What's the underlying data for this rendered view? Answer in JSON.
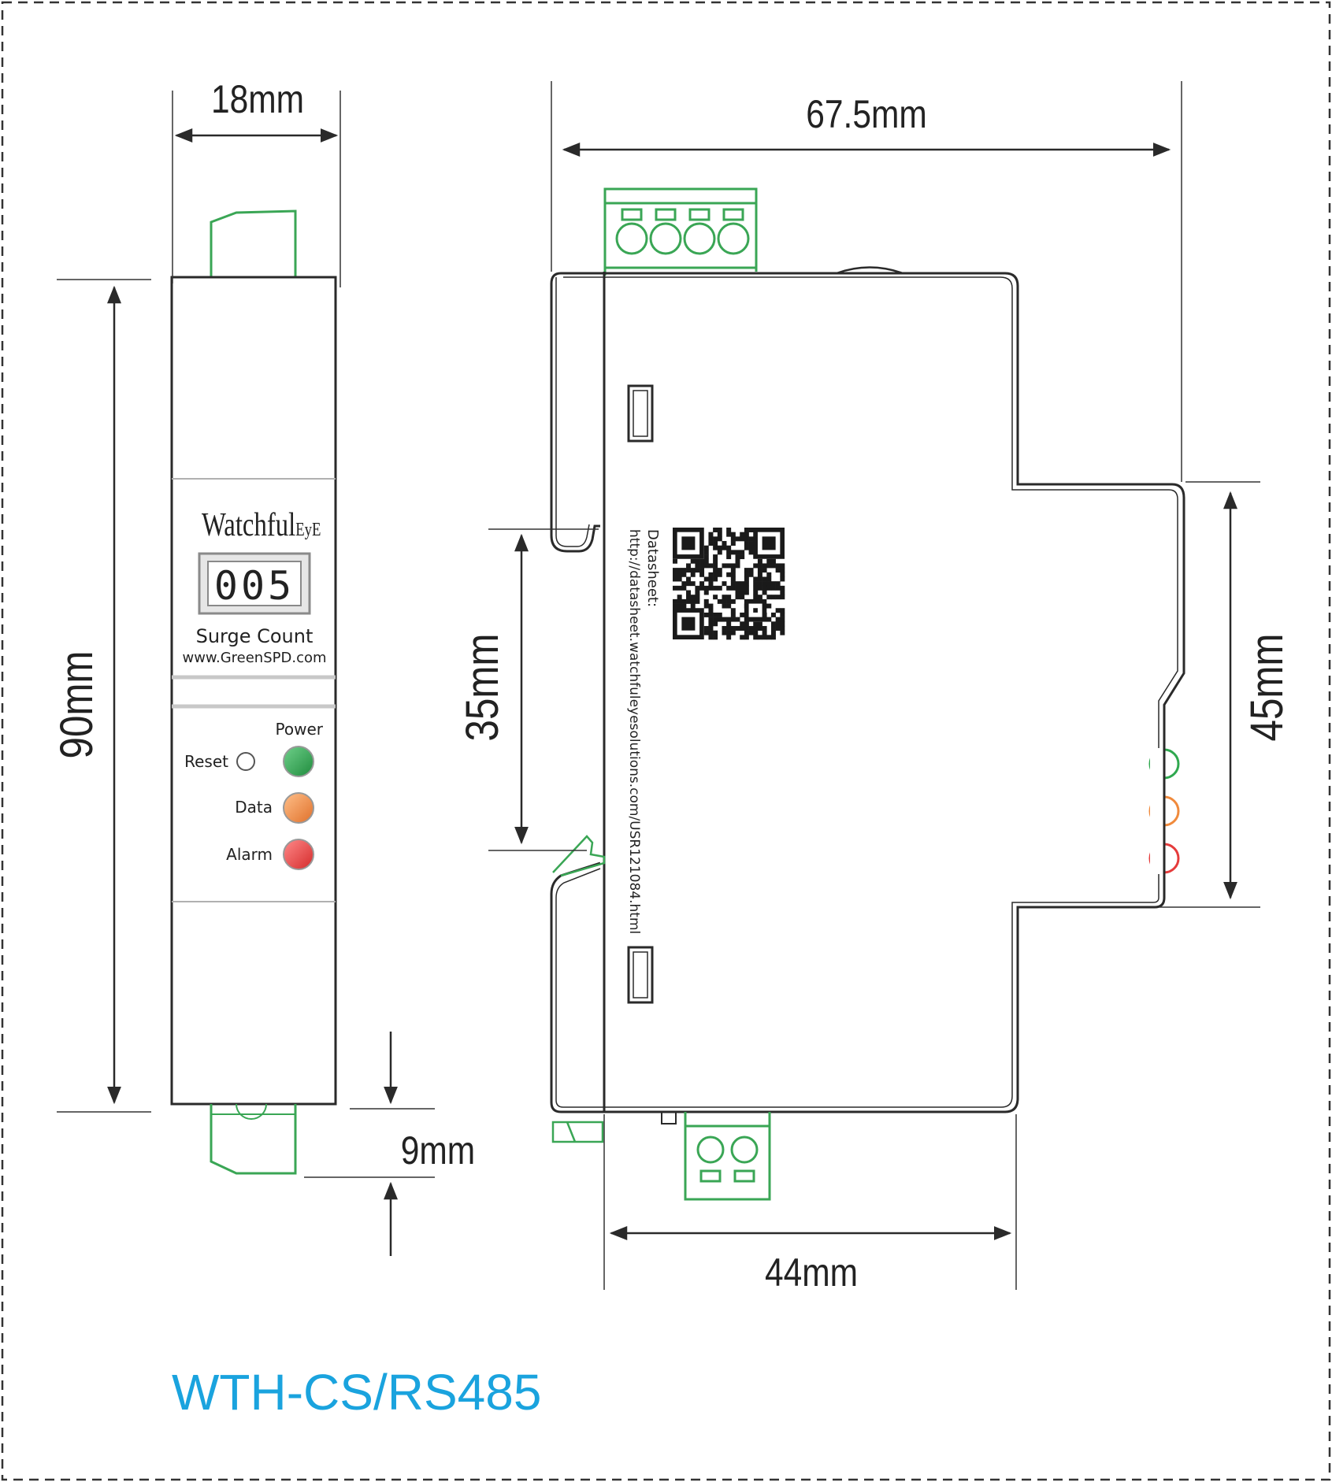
{
  "dimensions": {
    "width_front": "18mm",
    "height_total": "90mm",
    "terminal_protrusion": "9mm",
    "depth_total": "67.5mm",
    "rail_width": "35mm",
    "front_face_height": "45mm",
    "base_width": "44mm"
  },
  "front_panel": {
    "brand_main": "Watchful",
    "brand_suffix": "EyE",
    "counter_value": "005",
    "counter_label": "Surge Count",
    "website": "www.GreenSPD.com",
    "power_label": "Power",
    "reset_label": "Reset",
    "data_label": "Data",
    "alarm_label": "Alarm"
  },
  "side_label": {
    "datasheet_title": "Datasheet:",
    "datasheet_url": "http://datasheet.watchfuleyesolutions.com/USR121084.html"
  },
  "model": "WTH-CS/RS485",
  "colors": {
    "outline": "#2a2a2a",
    "terminal": "#3aa655",
    "led_power": "#2fa84f",
    "led_data": "#f08a3c",
    "led_alarm": "#e53b3b",
    "model_text": "#1aa3de",
    "panel_grey": "#c8c8c8"
  }
}
